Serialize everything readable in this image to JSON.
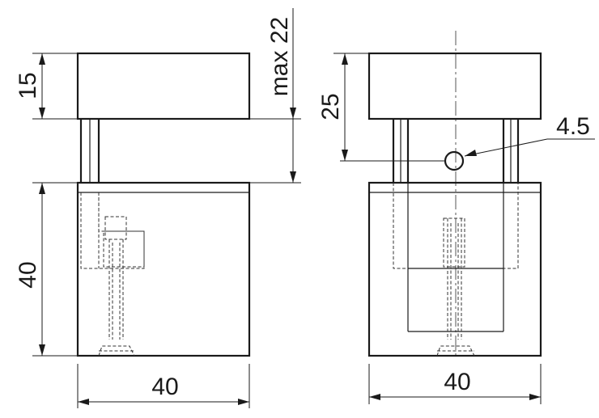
{
  "dimensions": {
    "left_top_height": "15",
    "max_gap": "max 22",
    "left_bottom_height": "40",
    "left_width": "40",
    "right_height": "25",
    "hole_diameter": "4.5",
    "right_width": "40"
  }
}
